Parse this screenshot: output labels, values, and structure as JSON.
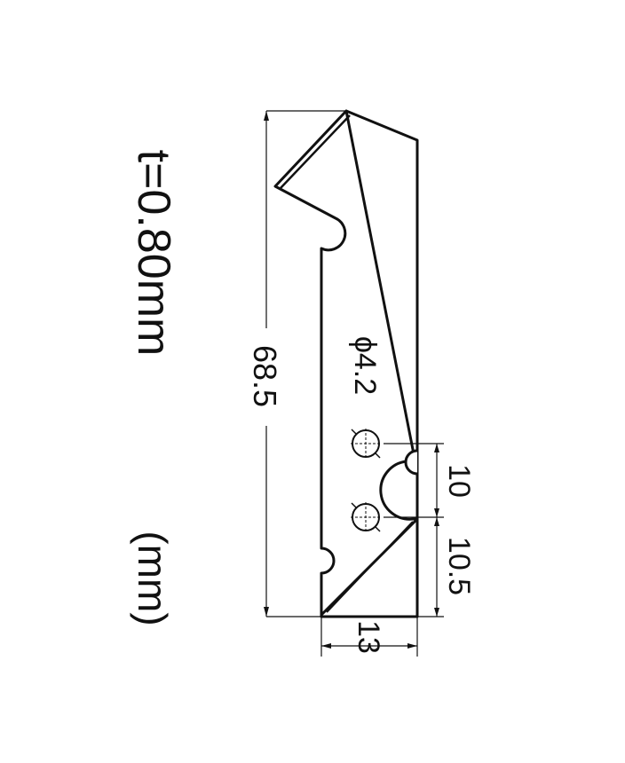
{
  "notes": {
    "thickness": "t=0.80mm",
    "units": "(mm)"
  },
  "dimensions": {
    "overall_length": "68.5",
    "hole_diameter": "ϕ4.2",
    "hole_spacing": "10",
    "edge_to_hole": "10.5",
    "width": "13"
  },
  "colors": {
    "stroke": "#111111",
    "background": "#ffffff"
  }
}
